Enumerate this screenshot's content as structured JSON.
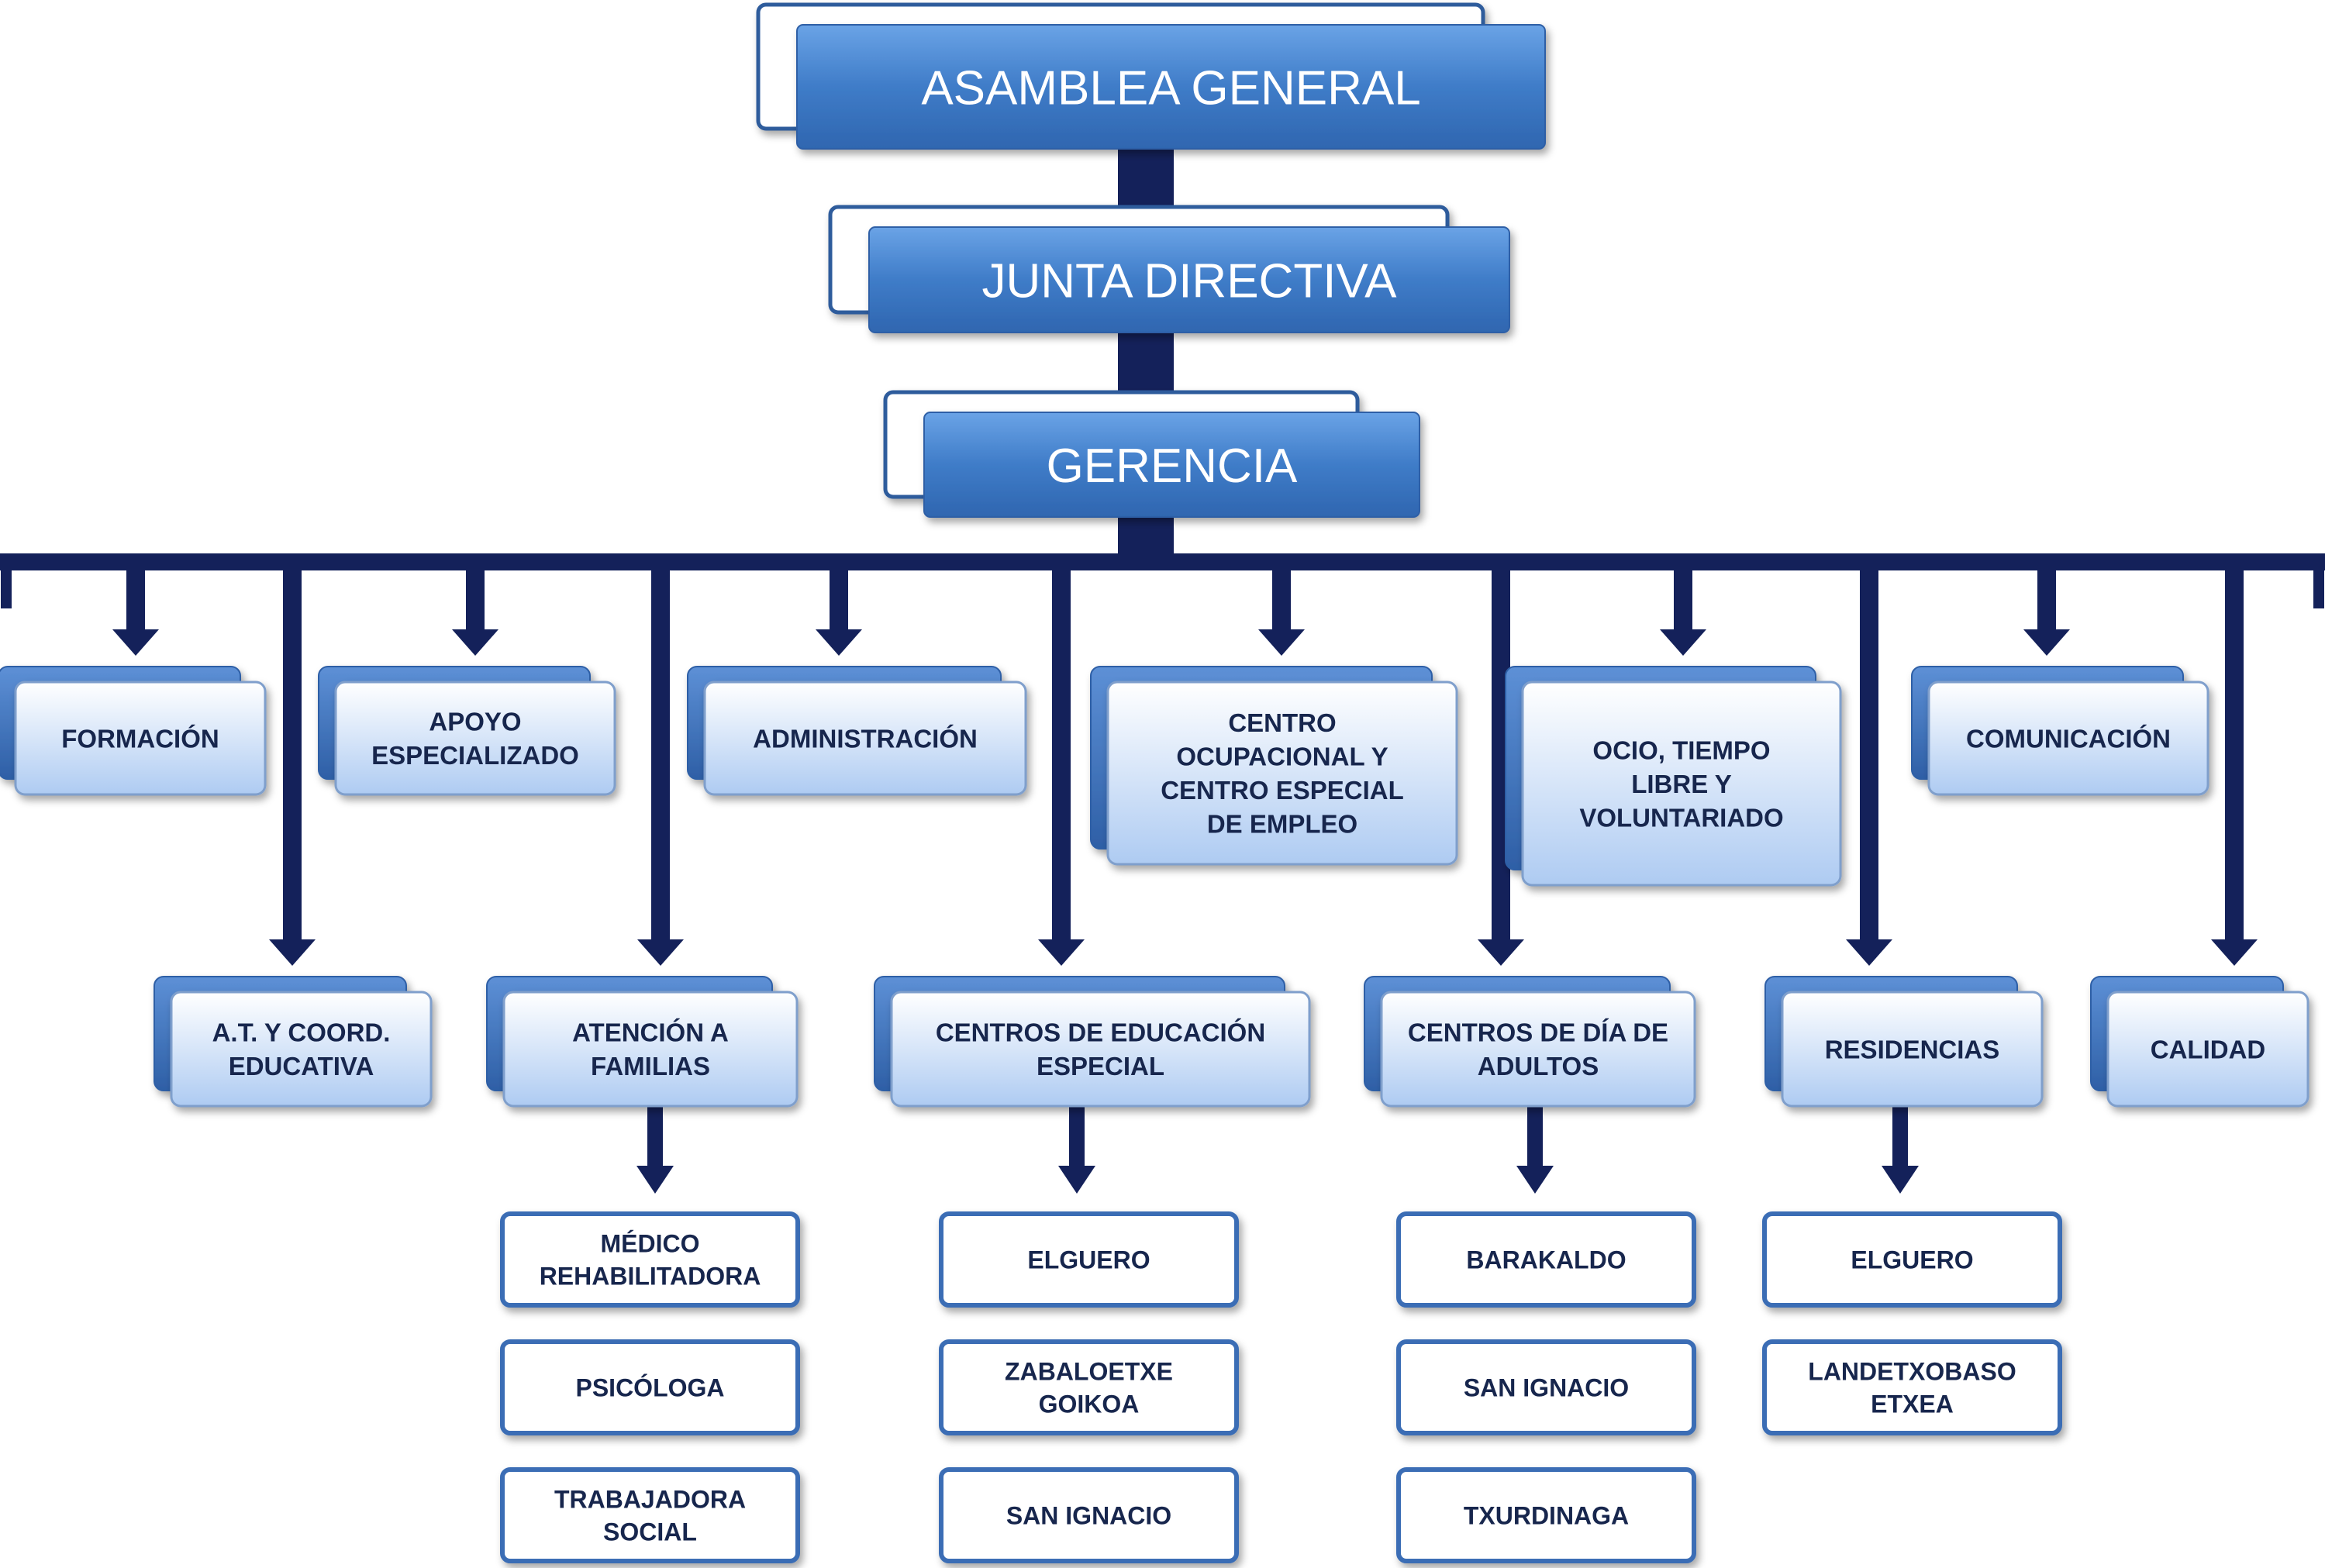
{
  "colors": {
    "connector": "#14215a",
    "top_box": "#3f7cc8",
    "top_box_light": "#6aa3e6",
    "top_text": "#ffffff",
    "dept_box_top": "#ffffff",
    "dept_box_bottom": "#aecbf2",
    "dept_border": "#7f9fcc",
    "dept_text": "#17264d",
    "leaf_border": "#3a6db5",
    "leaf_text": "#17264d"
  },
  "top_level": [
    {
      "id": "asamblea",
      "label": "ASAMBLEA GENERAL"
    },
    {
      "id": "junta",
      "label": "JUNTA DIRECTIVA"
    },
    {
      "id": "gerencia",
      "label": "GERENCIA"
    }
  ],
  "departments_row1": [
    {
      "id": "formacion",
      "lines": [
        "FORMACIÓN"
      ]
    },
    {
      "id": "apoyo",
      "lines": [
        "APOYO",
        "ESPECIALIZADO"
      ]
    },
    {
      "id": "administracion",
      "lines": [
        "ADMINISTRACIÓN"
      ]
    },
    {
      "id": "centro-ocupacional",
      "lines": [
        "CENTRO",
        "OCUPACIONAL Y",
        "CENTRO ESPECIAL",
        "DE EMPLEO"
      ]
    },
    {
      "id": "ocio",
      "lines": [
        "OCIO, TIEMPO",
        "LIBRE Y",
        "VOLUNTARIADO"
      ]
    },
    {
      "id": "comunicacion",
      "lines": [
        "COMUNICACIÓN"
      ]
    }
  ],
  "departments_row2": [
    {
      "id": "at-coord",
      "lines": [
        "A.T. Y COORD.",
        "EDUCATIVA"
      ]
    },
    {
      "id": "atencion-familias",
      "lines": [
        "ATENCIÓN A",
        "FAMILIAS"
      ]
    },
    {
      "id": "centros-educacion",
      "lines": [
        "CENTROS DE EDUCACIÓN",
        "ESPECIAL"
      ]
    },
    {
      "id": "centros-dia",
      "lines": [
        "CENTROS DE DÍA DE",
        "ADULTOS"
      ]
    },
    {
      "id": "residencias",
      "lines": [
        "RESIDENCIAS"
      ]
    },
    {
      "id": "calidad",
      "lines": [
        "CALIDAD"
      ]
    }
  ],
  "sub_units": [
    {
      "parent": "atencion-familias",
      "items": [
        {
          "lines": [
            "MÉDICO",
            "REHABILITADORA"
          ]
        },
        {
          "lines": [
            "PSICÓLOGA"
          ]
        },
        {
          "lines": [
            "TRABAJADORA",
            "SOCIAL"
          ]
        }
      ]
    },
    {
      "parent": "centros-educacion",
      "items": [
        {
          "lines": [
            "ELGUERO"
          ]
        },
        {
          "lines": [
            "ZABALOETXE",
            "GOIKOA"
          ]
        },
        {
          "lines": [
            "SAN IGNACIO"
          ]
        }
      ]
    },
    {
      "parent": "centros-dia",
      "items": [
        {
          "lines": [
            "BARAKALDO"
          ]
        },
        {
          "lines": [
            "SAN IGNACIO"
          ]
        },
        {
          "lines": [
            "TXURDINAGA"
          ]
        }
      ]
    },
    {
      "parent": "residencias",
      "items": [
        {
          "lines": [
            "ELGUERO"
          ]
        },
        {
          "lines": [
            "LANDETXOBASO",
            "ETXEA"
          ]
        }
      ]
    }
  ]
}
